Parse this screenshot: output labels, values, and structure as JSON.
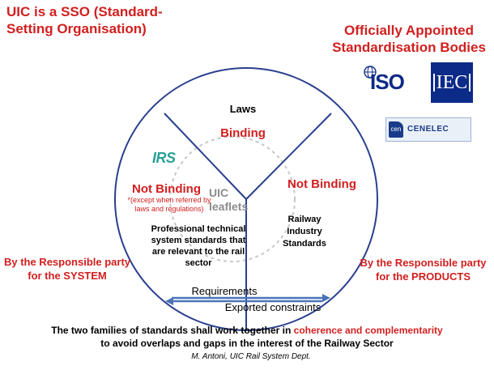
{
  "titles": {
    "left": "UIC is a SSO (Standard-Setting Organisation)",
    "right": "Officially Appointed Standardisation Bodies"
  },
  "logos": {
    "iso": "ISO",
    "iec": "IEC",
    "cen": "cen",
    "cenelec": "CENELEC",
    "irs": "IRS"
  },
  "circle": {
    "laws": "Laws",
    "binding": "Binding",
    "not_binding_left": "Not Binding",
    "not_binding_left_note": "*(except when referred by laws and regulations)",
    "not_binding_right": "Not Binding",
    "uic_leaflets": "UIC leaflets",
    "railway_standards": "Railway Industry Standards",
    "professional": "Professional technical system standards that are relevant to the rail sector"
  },
  "sides": {
    "left": "By the Responsible party for the SYSTEM",
    "right": "By the Responsible party for the PRODUCTS"
  },
  "arrows": {
    "requirements": "Requirements",
    "exported": "Exported constraints"
  },
  "footer": {
    "line1_a": "The two families of standards shall work together in ",
    "line1_b": "coherence and complementarity",
    "line2": "to avoid overlaps and gaps in the interest of the Railway Sector"
  },
  "author": "M. Antoni, UIC Rail System Dept.",
  "colors": {
    "circle_stroke": "#2a3f8f",
    "accent_red": "#d21f1f",
    "arrow_blue": "#4a74b8",
    "dash_gray": "#c8c8c8"
  }
}
